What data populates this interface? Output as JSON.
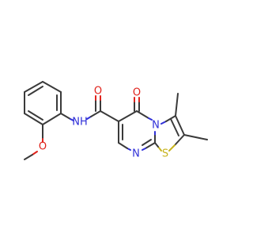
{
  "atoms": {
    "o_methoxy": "O",
    "nh": "NH",
    "o_amide": "O",
    "o_ketone": "O",
    "n_ring_top": "N",
    "n_ring_bottom": "N",
    "s_ring": "S"
  },
  "colors": {
    "bond": "#3a3a3a",
    "oxygen": "#e0221b",
    "nitrogen": "#3030d8",
    "sulfur": "#c7b31e"
  }
}
